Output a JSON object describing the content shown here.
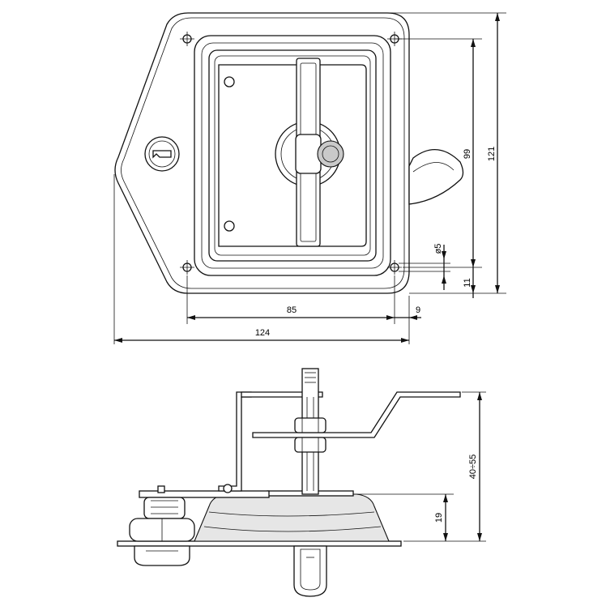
{
  "diagram": {
    "top_view": {
      "dimensions": {
        "width_total": "124",
        "width_holes": "85",
        "edge_offset_h": "9",
        "height_total": "121",
        "height_holes": "99",
        "edge_offset_v": "11",
        "hole_diameter": "ø5"
      }
    },
    "side_view": {
      "dimensions": {
        "depth": "19",
        "stem_range": "40÷55"
      }
    }
  }
}
